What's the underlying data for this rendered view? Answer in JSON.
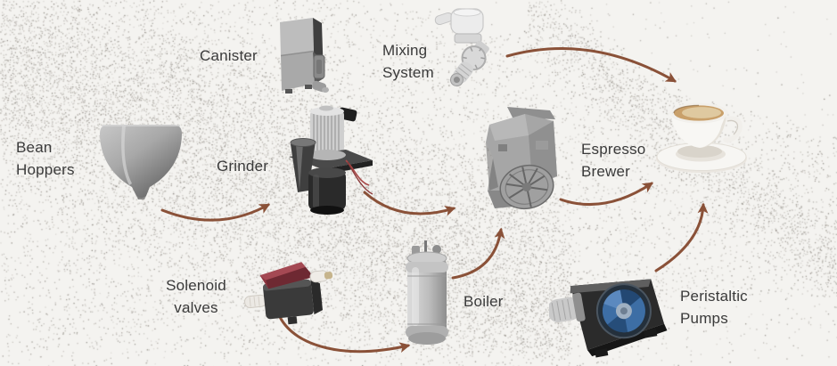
{
  "colors": {
    "background": "#f4f3f0",
    "arrow": "#8a5138",
    "label_text": "#3a3a3a",
    "solenoid_red": "#8e3540",
    "pump_rotor_blue": "#3d6ea5",
    "coffee": "#c9a06a"
  },
  "components": [
    {
      "id": "bean-hoppers",
      "lines": [
        "Bean",
        "Hoppers"
      ]
    },
    {
      "id": "canister",
      "lines": [
        "Canister"
      ]
    },
    {
      "id": "grinder",
      "lines": [
        "Grinder"
      ]
    },
    {
      "id": "mixing-system",
      "lines": [
        "Mixing",
        "System"
      ]
    },
    {
      "id": "espresso-brewer",
      "lines": [
        "Espresso",
        "Brewer"
      ]
    },
    {
      "id": "solenoid-valves",
      "lines": [
        "Solenoid",
        "valves"
      ]
    },
    {
      "id": "boiler",
      "lines": [
        "Boiler"
      ]
    },
    {
      "id": "peristaltic-pumps",
      "lines": [
        "Peristaltic",
        "Pumps"
      ]
    },
    {
      "id": "coffee-cup",
      "lines": []
    }
  ],
  "flow": [
    {
      "from": "Bean Hoppers",
      "to": "Grinder"
    },
    {
      "from": "Grinder",
      "to": "Espresso Brewer"
    },
    {
      "from": "Solenoid valves",
      "to": "Boiler"
    },
    {
      "from": "Boiler",
      "to": "Espresso Brewer"
    },
    {
      "from": "Espresso Brewer",
      "to": "Coffee cup"
    },
    {
      "from": "Mixing System",
      "to": "Coffee cup"
    },
    {
      "from": "Peristaltic Pumps",
      "to": "Coffee cup"
    }
  ]
}
